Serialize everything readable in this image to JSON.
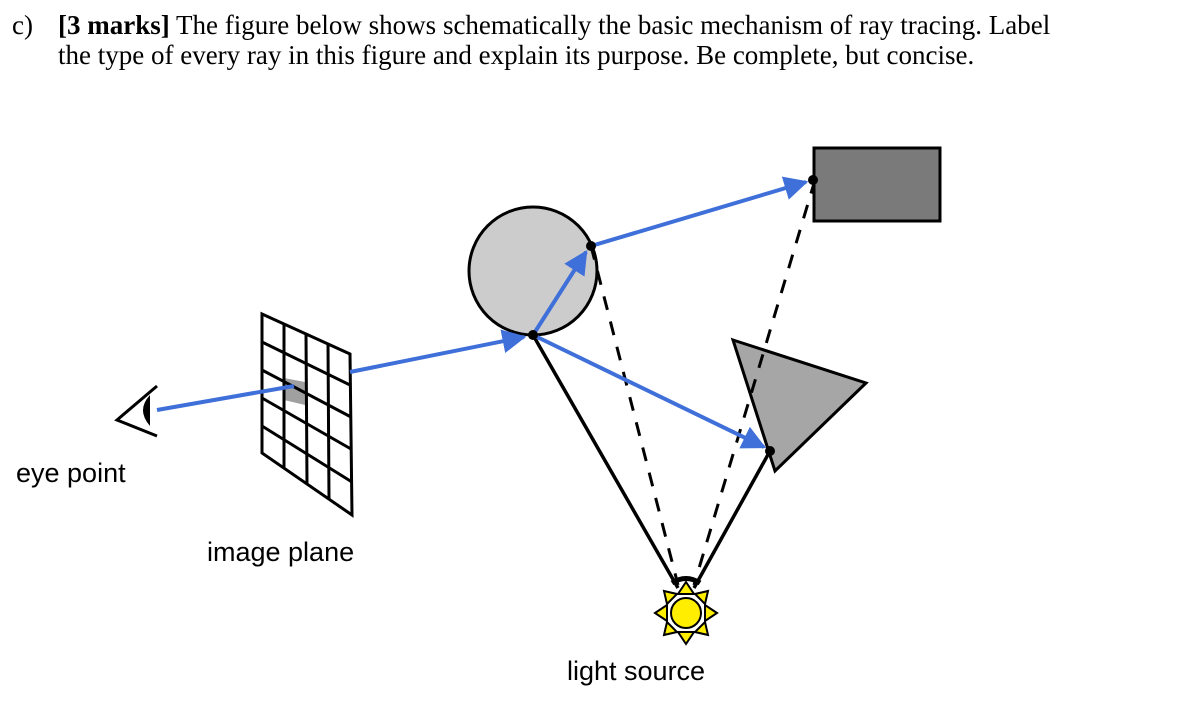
{
  "question": {
    "marker": "c)",
    "marks": "[3 marks]",
    "text_line1": "The figure below shows schematically the basic mechanism of ray tracing. Label",
    "text_line2": "the type of every ray in this figure and explain its purpose. Be complete, but concise."
  },
  "figure": {
    "labels": {
      "eye": "eye point",
      "image_plane": "image plane",
      "light": "light source"
    },
    "colors": {
      "ray": "#3f6fd9",
      "shadow_ray": "#000000",
      "sphere": "#cccccc",
      "box": "#7a7a7a",
      "triangle": "#a6a6a6",
      "pixel": "#a0a0a0",
      "light_center": "#ffee00",
      "light_rays": "#ffee00"
    }
  }
}
